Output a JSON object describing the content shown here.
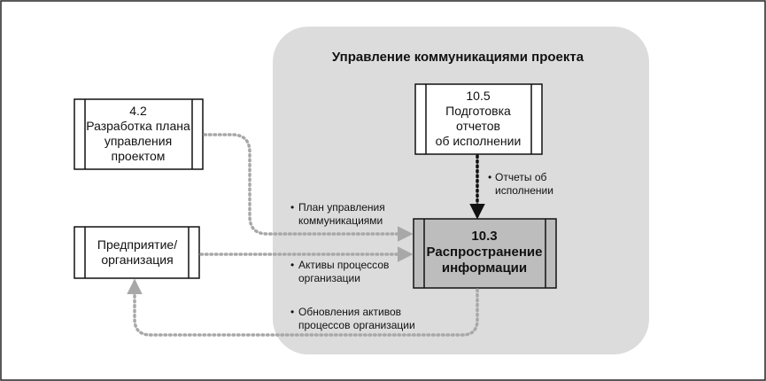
{
  "title": "Управление коммуникациями проекта",
  "processes": {
    "p42": {
      "number": "4.2",
      "lines": [
        "Разработка плана",
        "управления",
        "проектом"
      ]
    },
    "p105": {
      "number": "10.5",
      "lines": [
        "Подготовка",
        "отчетов",
        "об исполнении"
      ]
    },
    "p103": {
      "number": "10.3",
      "lines": [
        "Распространение",
        "информации"
      ]
    },
    "enterprise": {
      "lines": [
        "Предприятие/",
        "организация"
      ]
    }
  },
  "flows": {
    "reports": [
      "Отчеты об",
      "исполнении"
    ],
    "comm_plan": [
      "План управления",
      "коммуникациями"
    ],
    "assets": [
      "Активы процессов",
      "организации"
    ],
    "updates": [
      "Обновления активов",
      "процессов организации"
    ]
  },
  "bullet": "•",
  "colors": {
    "group_bg": "#dcdcdc",
    "highlight_box": "#bdbdbd",
    "dotted_gray": "#a8a8a8",
    "dotted_black": "#111111"
  }
}
